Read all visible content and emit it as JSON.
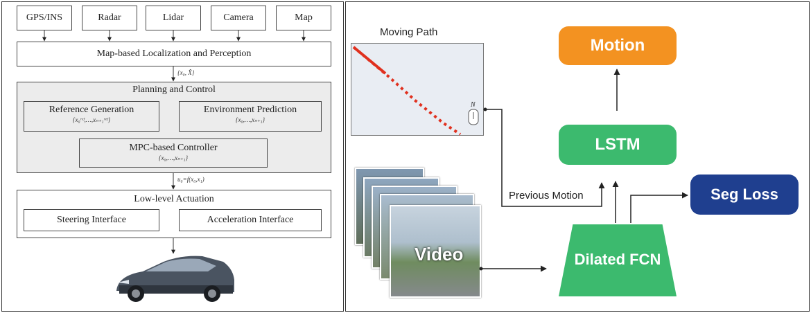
{
  "left_panel": {
    "sensors": [
      "GPS/INS",
      "Radar",
      "Lidar",
      "Camera",
      "Map"
    ],
    "localization": "Map-based Localization and Perception",
    "localization_output": "{x₀, X̂}",
    "planning": {
      "title": "Planning and Control",
      "reference_generation": "Reference Generation",
      "reference_sub": "{x₀ʳᵉᶠ,…,xₙ₊₁ʳᵉᶠ}",
      "environment_prediction": "Environment Prediction",
      "environment_sub": "{x₀,…,xₙ₊₁}",
      "mpc_controller": "MPC-based Controller",
      "mpc_sub": "{x₀,…,xₙ₊₁}"
    },
    "control_output": "u₀=f(x₀,x₁)",
    "actuation": {
      "title": "Low-level Actuation",
      "steering": "Steering Interface",
      "acceleration": "Acceleration Interface"
    }
  },
  "right_panel": {
    "moving_path_title": "Moving Path",
    "vehicle_marker": "N",
    "video_label": "Video",
    "previous_motion": "Previous Motion",
    "nodes": {
      "motion": "Motion",
      "lstm": "LSTM",
      "seg_loss": "Seg Loss",
      "dilated_fcn": "Dilated FCN"
    }
  },
  "colors": {
    "motion": "#f39221",
    "lstm": "#3cba6e",
    "seg_loss": "#1f3f8f",
    "dilated_fcn": "#3cba6e",
    "path": "#e0301e"
  }
}
